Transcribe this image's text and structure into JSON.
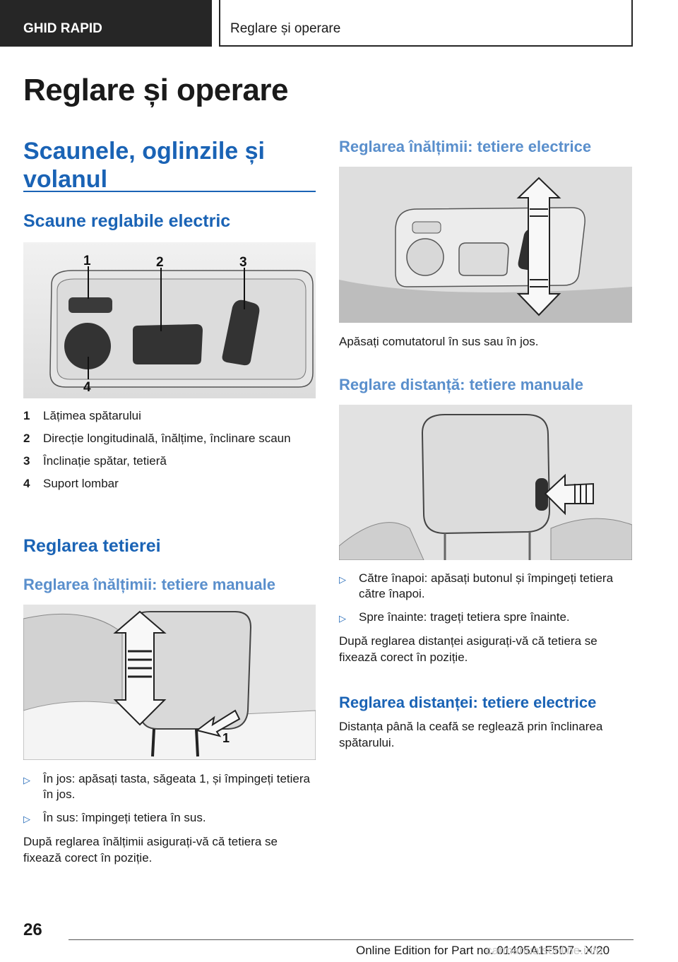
{
  "header": {
    "left_label": "GHID RAPID",
    "right_label": "Reglare și operare"
  },
  "page_title": "Reglare și operare",
  "left": {
    "section_title": "Scaunele, oglinzile și volanul",
    "sub1_title": "Scaune reglabile electric",
    "callouts": [
      "1",
      "2",
      "3",
      "4"
    ],
    "list": [
      {
        "n": "1",
        "text": "Lățimea spătarului"
      },
      {
        "n": "2",
        "text": "Direcție longitudinală, înălțime, înclinare scaun"
      },
      {
        "n": "3",
        "text": "Înclinație spătar, tetieră"
      },
      {
        "n": "4",
        "text": "Suport lombar"
      }
    ],
    "sub2_title": "Reglarea tetierei",
    "subsub_title": "Reglarea înălțimii: tetiere manuale",
    "headrest_callout": "1",
    "bullets": [
      "În jos: apăsați tasta, săgeata 1, și împingeți te­tiera în jos.",
      "În sus: împingeți tetiera în sus."
    ],
    "paragraph": "După reglarea înălțimii asigurați-vă că tetiera se fixează corect în poziție."
  },
  "right": {
    "subsub1_title": "Reglarea înălțimii: tetiere electrice",
    "para1": "Apăsați comutatorul în sus sau în jos.",
    "subsub2_title": "Reglare distanță: tetiere manuale",
    "bullets": [
      "Către înapoi: apăsați butonul și împingeți te­tiera către înapoi.",
      "Spre înainte: trageți tetiera spre înainte."
    ],
    "para2": "După reglarea distanței asigurați-vă că tetiera se fixează corect în poziție.",
    "subsub3_title": "Reglarea distanței: tetiere electrice",
    "para3": "Distanța până la ceafă se reglează prin înclinarea spătarului."
  },
  "footer": {
    "page_number": "26",
    "edition_text": "Online Edition for Part no. 01405A1F5D7 - X/20",
    "watermark": "carmanualsonline.info"
  }
}
